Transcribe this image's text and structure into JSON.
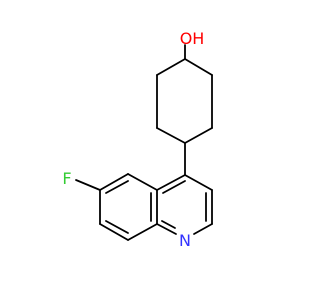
{
  "molecule": {
    "atoms": {
      "hydroxyl": "OH",
      "fluorine": "F",
      "nitrogen": "N"
    },
    "colors": {
      "bond": "#000000",
      "oxygen": "#ff0000",
      "fluorine": "#33cc33",
      "nitrogen": "#3333ff"
    }
  }
}
